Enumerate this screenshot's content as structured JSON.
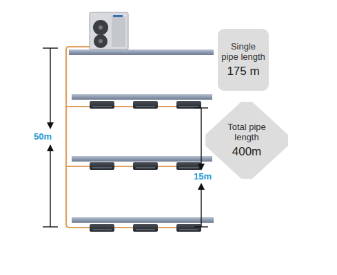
{
  "diagram": {
    "nodes": [
      {
        "text": [
          "Single pipe length",
          "175 m"
        ]
      },
      {
        "text": [
          "Total pipe length",
          "400m"
        ]
      }
    ],
    "labels": [
      "50m",
      "15m"
    ]
  }
}
